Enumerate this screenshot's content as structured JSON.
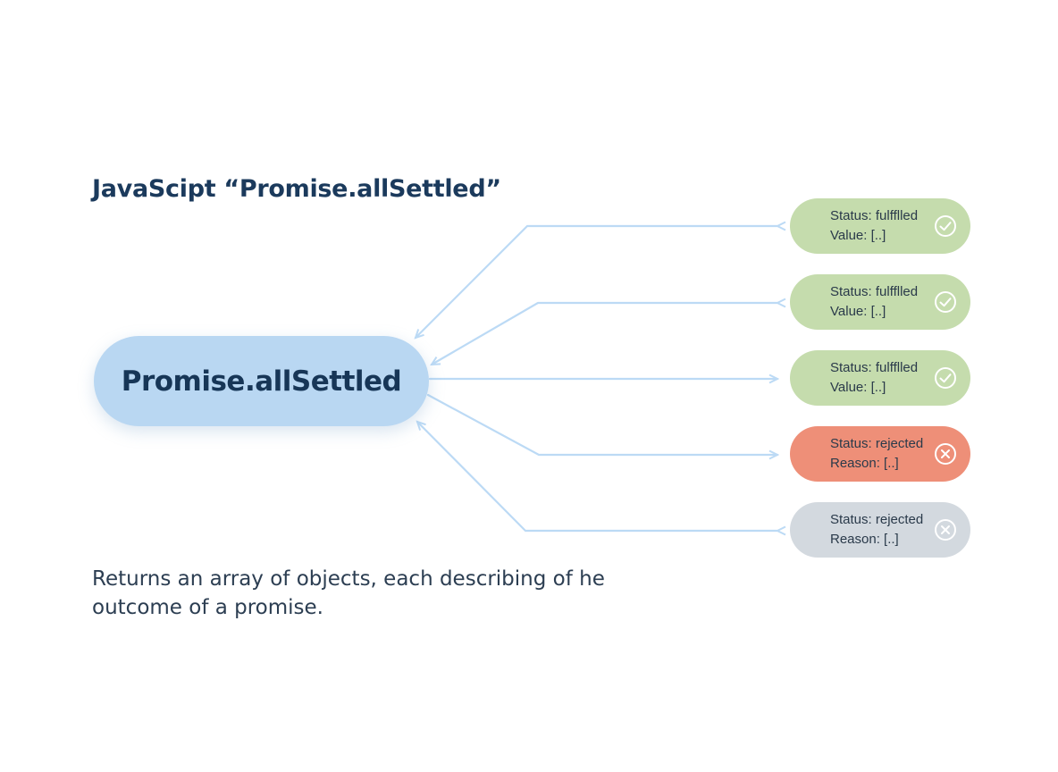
{
  "title": "JavaScipt “Promise.allSettled”",
  "main_node": {
    "label": "Promise.allSettled"
  },
  "results": [
    {
      "line1": "Status: fulfflled",
      "line2": "Value: [..]",
      "icon": "check-circle-icon",
      "background": "#c5dcad"
    },
    {
      "line1": "Status: fulfflled",
      "line2": "Value: [..]",
      "icon": "check-circle-icon",
      "background": "#c5dcad"
    },
    {
      "line1": "Status: fulfflled",
      "line2": "Value: [..]",
      "icon": "check-circle-icon",
      "background": "#c5dcad"
    },
    {
      "line1": "Status: rejected",
      "line2": "Reason: [..]",
      "icon": "x-circle-icon",
      "background": "#ee8f78"
    },
    {
      "line1": "Status: rejected",
      "line2": "Reason: [..]",
      "icon": "x-circle-icon",
      "background": "#d3d9df"
    }
  ],
  "description": "Returns an array of objects, each describing of he outcome of a promise.",
  "colors": {
    "main_node": "#b9d7f2",
    "connector": "#bcdaf5",
    "title_text": "#1b3a5c"
  }
}
